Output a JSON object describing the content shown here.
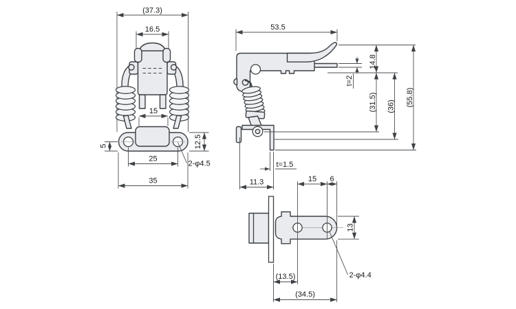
{
  "drawing_type": "technical-drawing-3-views-spring-latch",
  "colors": {
    "background": "#ffffff",
    "part_fill": "#e9ebef",
    "part_fill_light": "#f3f4f6",
    "outline": "#3c4043",
    "dim_line": "#4b4f53",
    "text_color": "#17191c"
  },
  "views": {
    "front": {
      "name": "front-view",
      "dims": {
        "overall_width": "(37.3)",
        "cap_width": "16.5",
        "keeper_width": "15",
        "hole_edge_offset": "5",
        "base_height": "12.5",
        "hole_spacing": "25",
        "mounting_holes": "2-φ4.5",
        "base_width": "35"
      }
    },
    "side": {
      "name": "side-view",
      "dims": {
        "overall_length": "53.5",
        "lever_rise": "14.8",
        "strike_thickness": "t=2",
        "body_drop": "(31.5)",
        "hook_drop": "(36)",
        "overall_height": "(55.8)",
        "hook_plate_thickness": "t=1.5",
        "hook_offset": "11.3"
      }
    },
    "bottom": {
      "name": "bottom-view",
      "dims": {
        "hole_spacing": "15",
        "hole_edge_distance": "6",
        "plate_width": "13",
        "wall_to_hole": "(13.5)",
        "mounting_holes": "2-φ4.4",
        "overall_length": "(34.5)"
      }
    }
  }
}
